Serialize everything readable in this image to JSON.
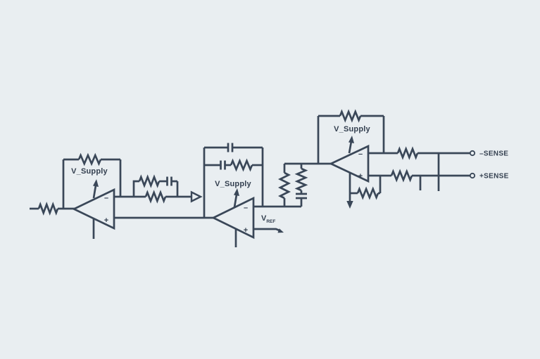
{
  "colors": {
    "background": "#e9eef1",
    "line": "#3a4758",
    "text": "#333f4f"
  },
  "opamps": {
    "left": {
      "supply_label": "V_Supply",
      "minus": "–",
      "plus": "+"
    },
    "middle": {
      "supply_label": "V_Supply",
      "minus": "–",
      "plus": "+"
    },
    "right": {
      "supply_label": "V_Supply",
      "minus": "–",
      "plus": "+"
    }
  },
  "vref": {
    "base": "V",
    "sub": "REF"
  },
  "terminals": {
    "neg": {
      "label": "–SENSE"
    },
    "pos": {
      "label": "+SENSE"
    }
  }
}
